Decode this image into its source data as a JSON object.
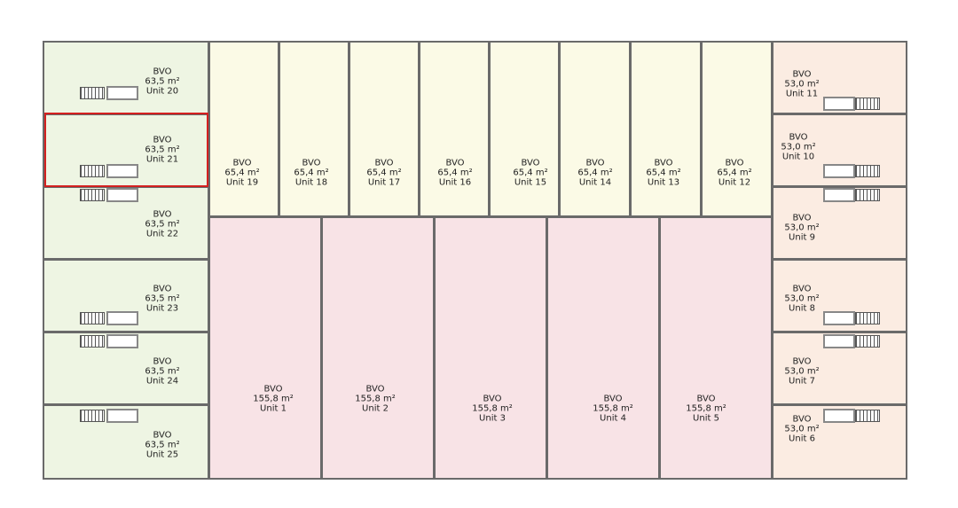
{
  "plan": {
    "highlighted_unit": "Unit 21",
    "colors": {
      "green": "#eef5e3",
      "yellow": "#fbfae6",
      "pink": "#f8e3e6",
      "peach": "#fbece2",
      "highlight": "#d42020"
    },
    "units": [
      {
        "use": "BVO",
        "area": "63,5 m²",
        "name": "Unit 20"
      },
      {
        "use": "BVO",
        "area": "63,5 m²",
        "name": "Unit 21"
      },
      {
        "use": "BVO",
        "area": "63,5 m²",
        "name": "Unit 22"
      },
      {
        "use": "BVO",
        "area": "63,5 m²",
        "name": "Unit 23"
      },
      {
        "use": "BVO",
        "area": "63,5 m²",
        "name": "Unit 24"
      },
      {
        "use": "BVO",
        "area": "63,5 m²",
        "name": "Unit 25"
      },
      {
        "use": "BVO",
        "area": "65,4 m²",
        "name": "Unit 19"
      },
      {
        "use": "BVO",
        "area": "65,4 m²",
        "name": "Unit 18"
      },
      {
        "use": "BVO",
        "area": "65,4 m²",
        "name": "Unit 17"
      },
      {
        "use": "BVO",
        "area": "65,4 m²",
        "name": "Unit 16"
      },
      {
        "use": "BVO",
        "area": "65,4 m²",
        "name": "Unit 15"
      },
      {
        "use": "BVO",
        "area": "65,4 m²",
        "name": "Unit 14"
      },
      {
        "use": "BVO",
        "area": "65,4 m²",
        "name": "Unit 13"
      },
      {
        "use": "BVO",
        "area": "65,4 m²",
        "name": "Unit 12"
      },
      {
        "use": "BVO",
        "area": "155,8 m²",
        "name": "Unit 1"
      },
      {
        "use": "BVO",
        "area": "155,8 m²",
        "name": "Unit 2"
      },
      {
        "use": "BVO",
        "area": "155,8 m²",
        "name": "Unit 3"
      },
      {
        "use": "BVO",
        "area": "155,8 m²",
        "name": "Unit 4"
      },
      {
        "use": "BVO",
        "area": "155,8 m²",
        "name": "Unit 5"
      },
      {
        "use": "BVO",
        "area": "53,0 m²",
        "name": "Unit 11"
      },
      {
        "use": "BVO",
        "area": "53,0 m²",
        "name": "Unit 10"
      },
      {
        "use": "BVO",
        "area": "53,0 m²",
        "name": "Unit 9"
      },
      {
        "use": "BVO",
        "area": "53,0 m²",
        "name": "Unit 8"
      },
      {
        "use": "BVO",
        "area": "53,0 m²",
        "name": "Unit 7"
      },
      {
        "use": "BVO",
        "area": "53,0 m²",
        "name": "Unit 6"
      }
    ]
  }
}
